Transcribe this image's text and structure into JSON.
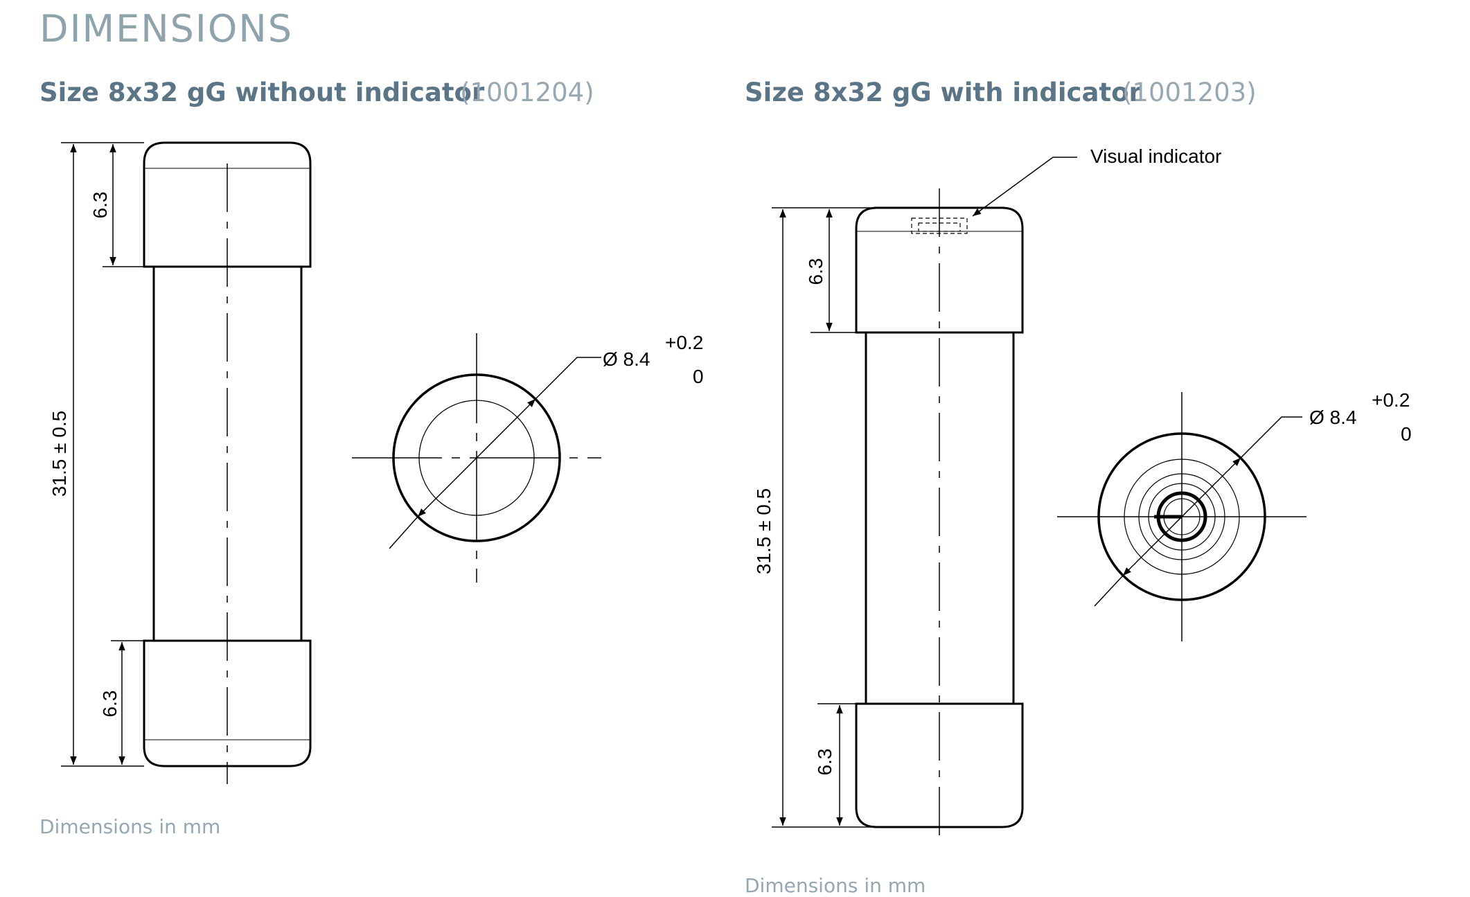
{
  "page": {
    "title": "DIMENSIONS"
  },
  "left_section": {
    "title": "Size 8x32 gG without indicator",
    "code": "(1001204)",
    "note": "Dimensions in mm",
    "dims": {
      "cap_top": "6.3",
      "cap_bottom": "6.3",
      "length": "31.5 ± 0.5",
      "diameter": "Ø 8.4",
      "tol_upper": "+0.2",
      "tol_lower": "0"
    }
  },
  "right_section": {
    "title": "Size 8x32 gG with indicator",
    "code": "(1001203)",
    "note": "Dimensions in mm",
    "callout": "Visual indicator",
    "dims": {
      "cap_top": "6.3",
      "cap_bottom": "6.3",
      "length": "31.5 ± 0.5",
      "diameter": "Ø 8.4",
      "tol_upper": "+0.2",
      "tol_lower": "0"
    }
  },
  "colors": {
    "title": "#8fa3ad",
    "heading": "#5b7586",
    "code": "#97a8b2",
    "note": "#94a7b2",
    "line": "#000000"
  }
}
